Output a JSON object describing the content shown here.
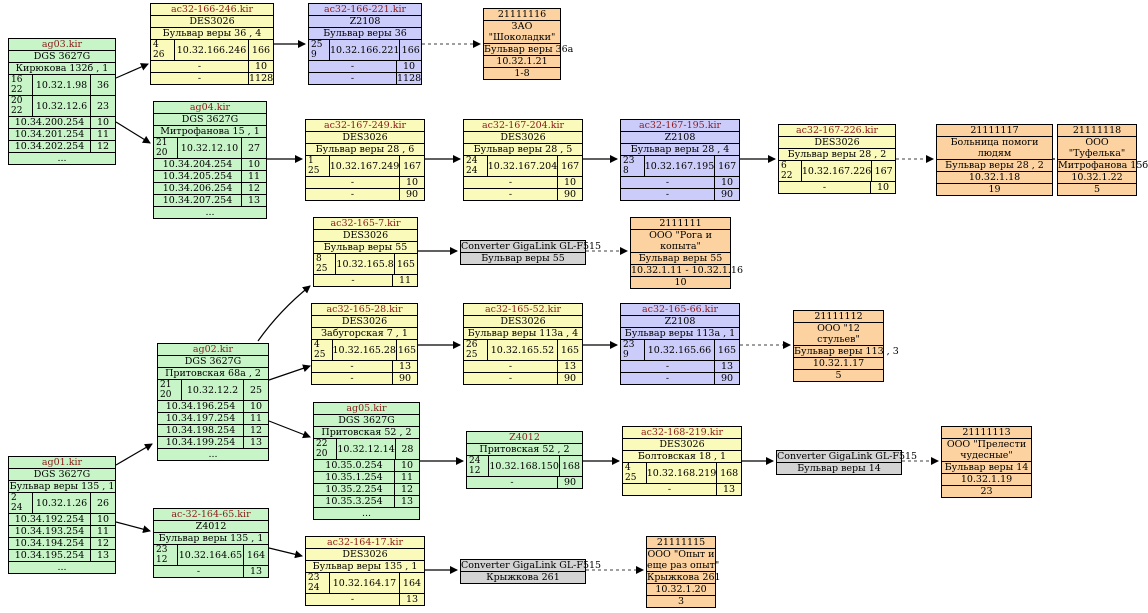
{
  "nodes": {
    "ag03": {
      "title": "ag03.kir",
      "model": "DGS 3627G",
      "addr": "Кирюкова 132б , 1",
      "port": {
        "a": "16\n22",
        "ip": "10.32.1.98",
        "n": "36"
      },
      "port2": {
        "a": "20\n22",
        "ip": "10.32.12.6",
        "n": "23"
      },
      "rows": [
        [
          "10.34.200.254",
          "10"
        ],
        [
          "10.34.201.254",
          "11"
        ],
        [
          "10.34.202.254",
          "12"
        ]
      ],
      "more": "..."
    },
    "ac166_246": {
      "title": "ac32-166-246.kir",
      "model": "DES3026",
      "addr": "Бульвар веры 36 , 4",
      "port": {
        "a": "4\n26",
        "ip": "10.32.166.246",
        "n": "166"
      },
      "rows": [
        [
          "-",
          "10"
        ],
        [
          "-",
          "1128"
        ]
      ]
    },
    "ac166_221": {
      "title": "ac32-166-221.kir",
      "model": "Z2108",
      "addr": "Бульвар веры 36",
      "port": {
        "a": "25\n9",
        "ip": "10.32.166.221",
        "n": "166"
      },
      "rows": [
        [
          "-",
          "10"
        ],
        [
          "-",
          "1128"
        ]
      ]
    },
    "c21111116": {
      "lines": [
        "21111116",
        "ЗАО\n\"Шоколадки\"",
        "Бульвар веры 36а",
        "10.32.1.21",
        "1-8"
      ]
    },
    "ag04": {
      "title": "ag04.kir",
      "model": "DGS 3627G",
      "addr": "Митрофанова 15 , 1",
      "port": {
        "a": "21\n20",
        "ip": "10.32.12.10",
        "n": "27"
      },
      "rows": [
        [
          "10.34.204.254",
          "10"
        ],
        [
          "10.34.205.254",
          "11"
        ],
        [
          "10.34.206.254",
          "12"
        ],
        [
          "10.34.207.254",
          "13"
        ]
      ],
      "more": "..."
    },
    "ac167_249": {
      "title": "ac32-167-249.kir",
      "model": "DES3026",
      "addr": "Бульвар веры 28 , 6",
      "port": {
        "a": "1\n25",
        "ip": "10.32.167.249",
        "n": "167"
      },
      "rows": [
        [
          "-",
          "10"
        ],
        [
          "-",
          "90"
        ]
      ]
    },
    "ac167_204": {
      "title": "ac32-167-204.kir",
      "model": "DES3026",
      "addr": "Бульвар веры 28 , 5",
      "port": {
        "a": "24\n24",
        "ip": "10.32.167.204",
        "n": "167"
      },
      "rows": [
        [
          "-",
          "10"
        ],
        [
          "-",
          "90"
        ]
      ]
    },
    "ac167_195": {
      "title": "ac32-167-195.kir",
      "model": "Z2108",
      "addr": "Бульвар веры 28 , 4",
      "port": {
        "a": "23\n8",
        "ip": "10.32.167.195",
        "n": "167"
      },
      "rows": [
        [
          "-",
          "10"
        ],
        [
          "-",
          "90"
        ]
      ]
    },
    "ac167_226": {
      "title": "ac32-167-226.kir",
      "model": "DES3026",
      "addr": "Бульвар веры 28 , 2",
      "port": {
        "a": "6\n22",
        "ip": "10.32.167.226",
        "n": "167"
      },
      "rows": [
        [
          "-",
          "10"
        ]
      ]
    },
    "c21111117": {
      "lines": [
        "21111117",
        "Больница помоги\nлюдям",
        "Бульвар веры 28 , 2",
        "10.32.1.18",
        "19"
      ]
    },
    "c21111118": {
      "lines": [
        "21111118",
        "ООО\n\"Туфелька\"",
        "Митрофанова 15б",
        "10.32.1.22",
        "5"
      ]
    },
    "ac165_7": {
      "title": "ac32-165-7.kir",
      "model": "DES3026",
      "addr": "Бульвар веры 55",
      "port": {
        "a": "8\n25",
        "ip": "10.32.165.8",
        "n": "165"
      },
      "rows": [
        [
          "-",
          "11"
        ]
      ]
    },
    "conv1": {
      "lines": [
        "Converter GigaLink GL-F515",
        "Бульвар веры 55"
      ]
    },
    "c2111111": {
      "lines": [
        "2111111",
        "ООО \"Рога и\nкопыта\"",
        "Бульвар веры 55",
        "10.32.1.11 - 10.32.1.16",
        "10"
      ]
    },
    "ac165_28": {
      "title": "ac32-165-28.kir",
      "model": "DES3026",
      "addr": "Забугорская 7 , 1",
      "port": {
        "a": "4\n25",
        "ip": "10.32.165.28",
        "n": "165"
      },
      "rows": [
        [
          "-",
          "13"
        ],
        [
          "-",
          "90"
        ]
      ]
    },
    "ac165_52": {
      "title": "ac32-165-52.kir",
      "model": "DES3026",
      "addr": "Бульвар веры 113а , 4",
      "port": {
        "a": "26\n25",
        "ip": "10.32.165.52",
        "n": "165"
      },
      "rows": [
        [
          "-",
          "13"
        ],
        [
          "-",
          "90"
        ]
      ]
    },
    "ac165_66": {
      "title": "ac32-165-66.kir",
      "model": "Z2108",
      "addr": "Бульвар веры 113а , 1",
      "port": {
        "a": "23\n9",
        "ip": "10.32.165.66",
        "n": "165"
      },
      "rows": [
        [
          "-",
          "13"
        ],
        [
          "-",
          "90"
        ]
      ]
    },
    "c21111112": {
      "lines": [
        "21111112",
        "ООО \"12\nстульев\"",
        "Бульвар веры 113 , 3",
        "10.32.1.17",
        "5"
      ]
    },
    "ag02": {
      "title": "ag02.kir",
      "model": "DGS 3627G",
      "addr": "Притовская 68а , 2",
      "port": {
        "a": "21\n20",
        "ip": "10.32.12.2",
        "n": "25"
      },
      "rows": [
        [
          "10.34.196.254",
          "10"
        ],
        [
          "10.34.197.254",
          "11"
        ],
        [
          "10.34.198.254",
          "12"
        ],
        [
          "10.34.199.254",
          "13"
        ]
      ],
      "more": "..."
    },
    "ag05": {
      "title": "ag05.kir",
      "model": "DGS 3627G",
      "addr": "Притовская 52 , 2",
      "port": {
        "a": "22\n20",
        "ip": "10.32.12.14",
        "n": "28"
      },
      "rows": [
        [
          "10.35.0.254",
          "10"
        ],
        [
          "10.35.1.254",
          "11"
        ],
        [
          "10.35.2.254",
          "12"
        ],
        [
          "10.35.3.254",
          "13"
        ]
      ],
      "more": "..."
    },
    "z4012a": {
      "title": "Z4012",
      "addr": "Притовская 52 , 2",
      "port": {
        "a": "24\n12",
        "ip": "10.32.168.150",
        "n": "168"
      },
      "rows": [
        [
          "-",
          "90"
        ]
      ]
    },
    "ac168_219": {
      "title": "ac32-168-219.kir",
      "model": "DES3026",
      "addr": "Болтовская 18 , 1",
      "port": {
        "a": "4\n25",
        "ip": "10.32.168.219",
        "n": "168"
      },
      "rows": [
        [
          "-",
          "13"
        ]
      ]
    },
    "conv2": {
      "lines": [
        "Converter GigaLink GL-F515",
        "Бульвар веры 14"
      ]
    },
    "c21111113": {
      "lines": [
        "21111113",
        "ООО \"Прелести\nчудесные\"",
        "Бульвар веры 14",
        "10.32.1.19",
        "23"
      ]
    },
    "ag01": {
      "title": "ag01.kir",
      "model": "DGS 3627G",
      "addr": "Бульвар веры 135 , 1",
      "port": {
        "a": "2\n24",
        "ip": "10.32.1.26",
        "n": "26"
      },
      "rows": [
        [
          "10.34.192.254",
          "10"
        ],
        [
          "10.34.193.254",
          "11"
        ],
        [
          "10.34.194.254",
          "12"
        ],
        [
          "10.34.195.254",
          "13"
        ]
      ],
      "more": "..."
    },
    "ac164_65": {
      "title": "ac-32-164-65.kir",
      "model": "Z4012",
      "addr": "Бульвар веры 135 , 1",
      "port": {
        "a": "23\n12",
        "ip": "10.32.164.65",
        "n": "164"
      },
      "rows": [
        [
          "-",
          "13"
        ]
      ]
    },
    "ac164_17": {
      "title": "ac32-164-17.kir",
      "model": "DES3026",
      "addr": "Бульвар веры 135 , 1",
      "port": {
        "a": "23\n24",
        "ip": "10.32.164.17",
        "n": "164"
      },
      "rows": [
        [
          "-",
          "13"
        ]
      ]
    },
    "conv3": {
      "lines": [
        "Converter GigaLink GL-F515",
        "Крыжкова 261"
      ]
    },
    "c21111115": {
      "lines": [
        "21111115",
        "ООО \"Опыт и\nеще раз опыт\"",
        "Крыжкова 261",
        "10.32.1.20",
        "3"
      ]
    }
  },
  "colors": {
    "green": "#c8f5c8",
    "yellow": "#fafaba",
    "blue": "#ccccfb",
    "orange": "#fbd2a0",
    "gray": "#d3d3d3",
    "title": "#8b1a1a"
  }
}
